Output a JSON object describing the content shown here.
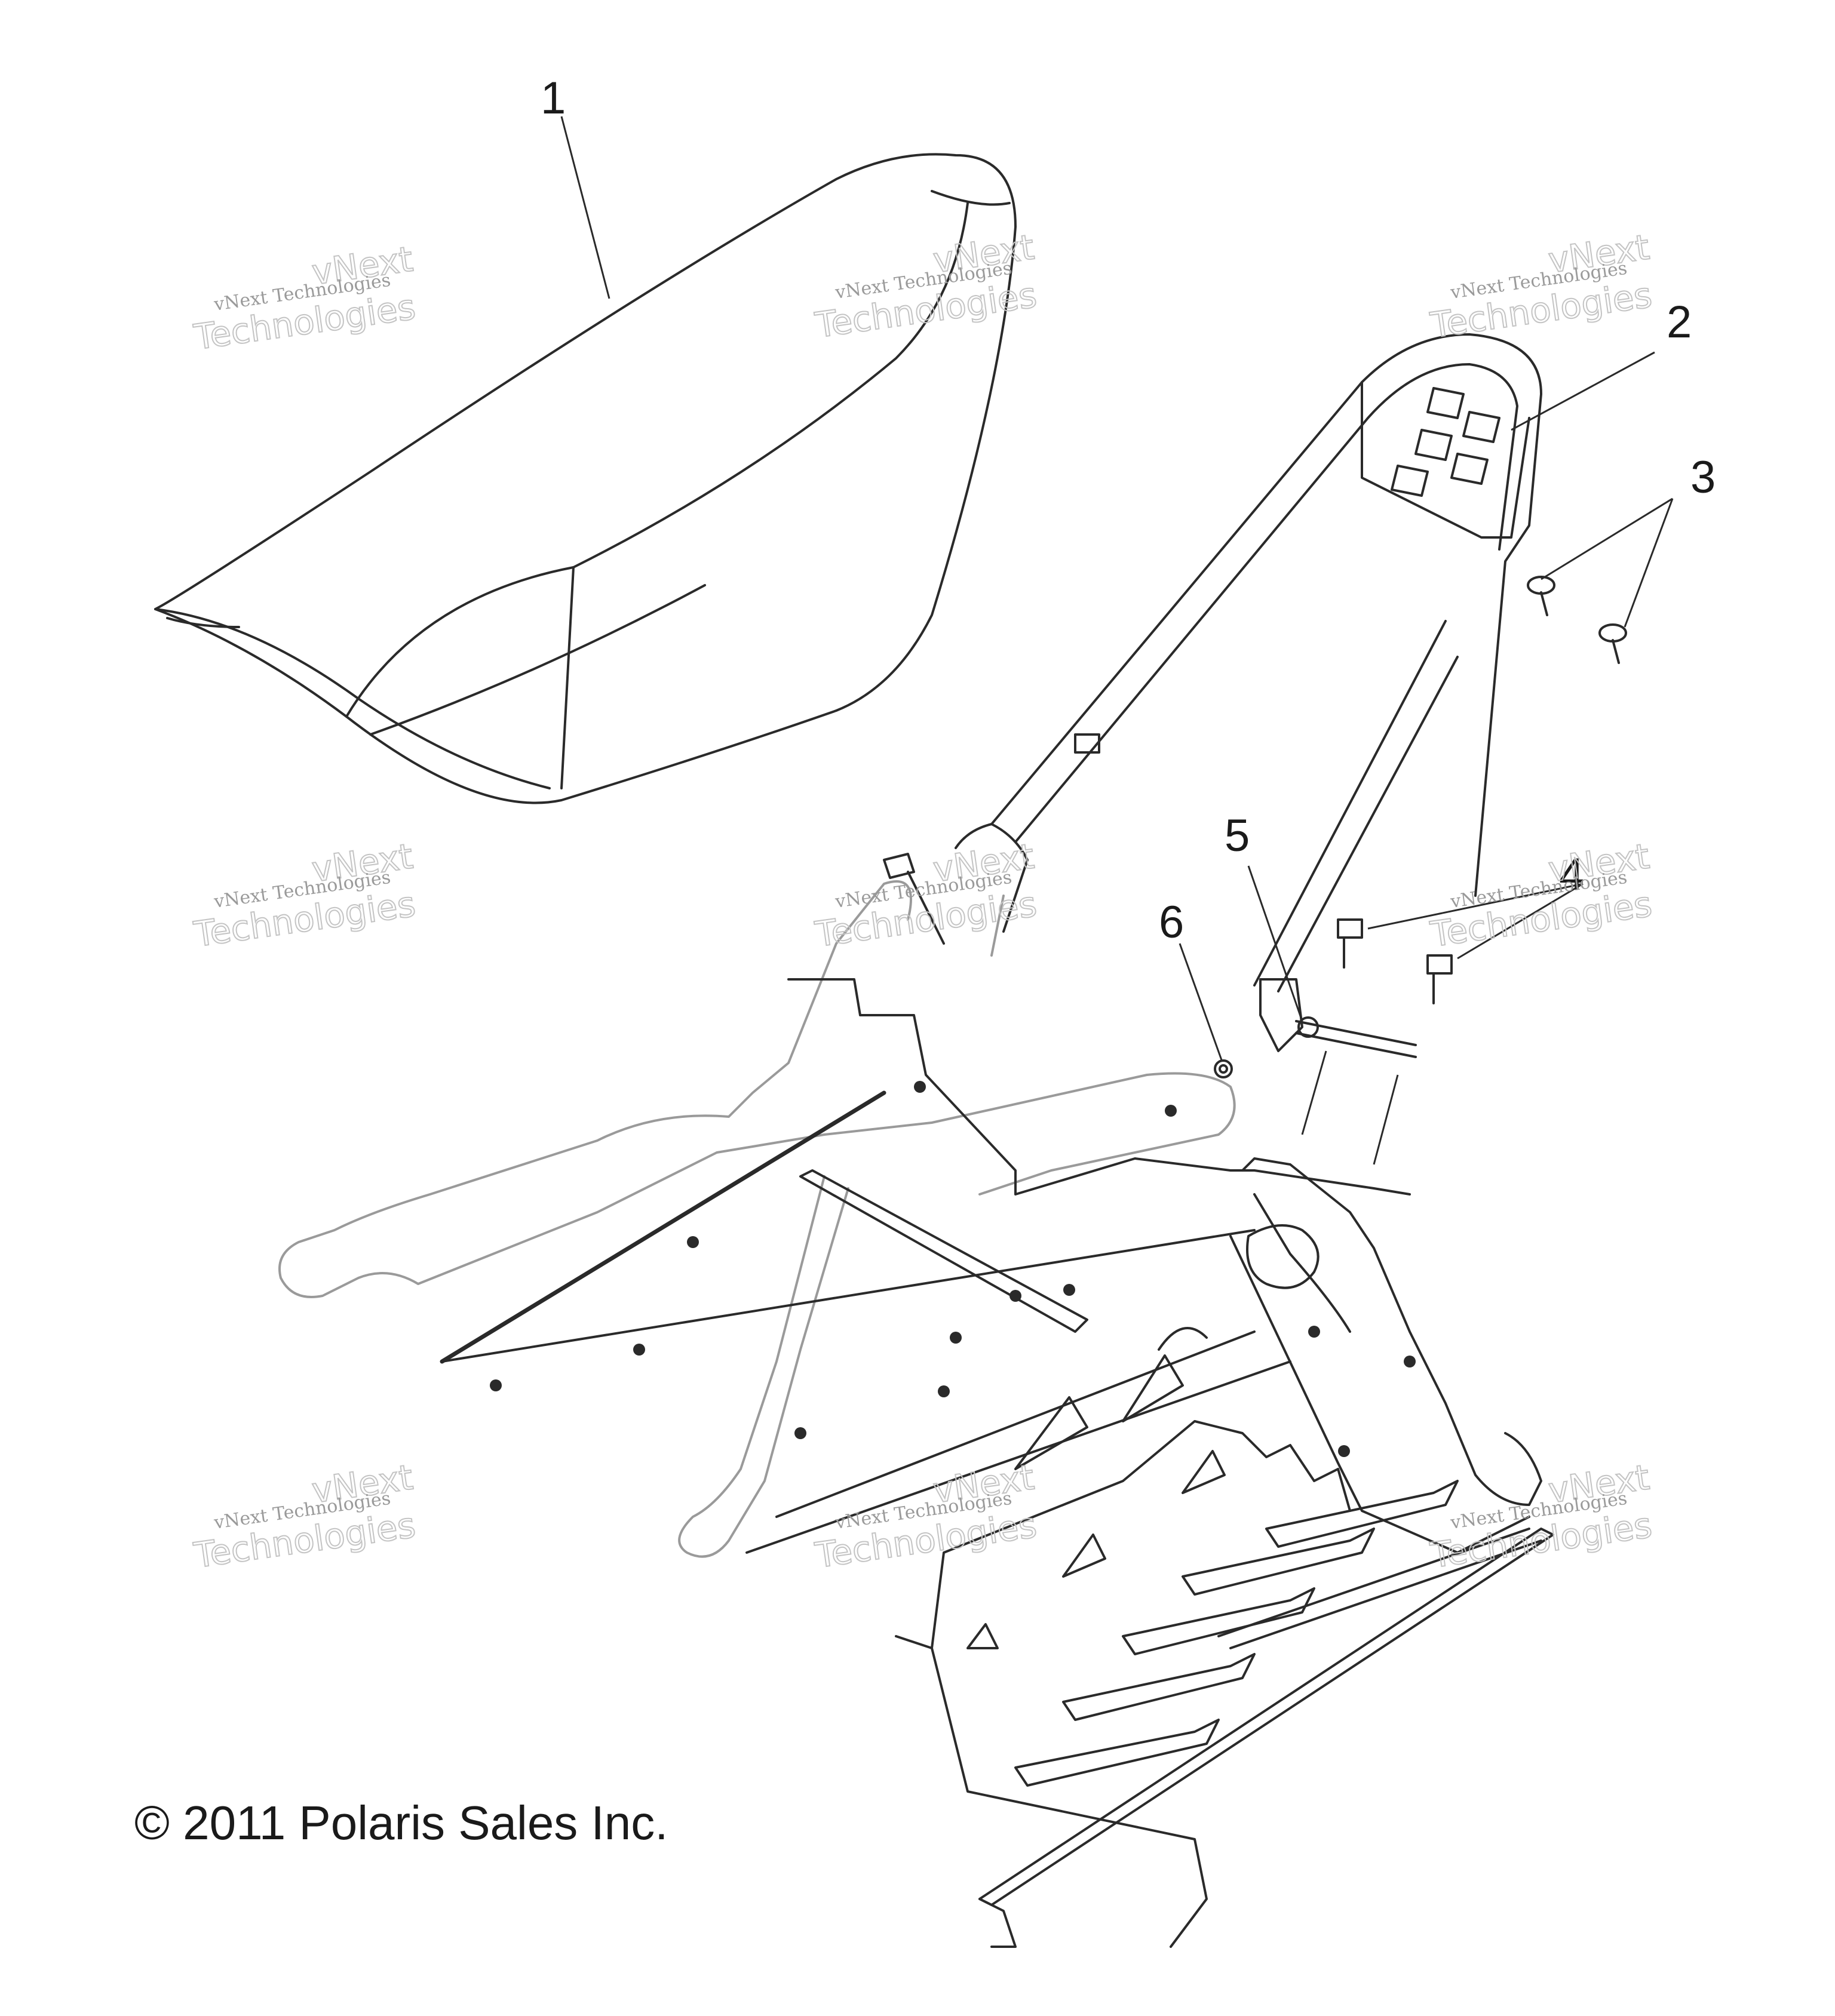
{
  "diagram": {
    "callouts": [
      {
        "id": "1",
        "label": "1"
      },
      {
        "id": "2",
        "label": "2"
      },
      {
        "id": "3",
        "label": "3"
      },
      {
        "id": "4",
        "label": "4"
      },
      {
        "id": "5",
        "label": "5"
      },
      {
        "id": "6",
        "label": "6"
      }
    ],
    "copyright": "© 2011 Polaris Sales Inc.",
    "watermark": {
      "line1": "vNext Technologies",
      "line2": "vNext",
      "line3": "Technologies"
    }
  }
}
